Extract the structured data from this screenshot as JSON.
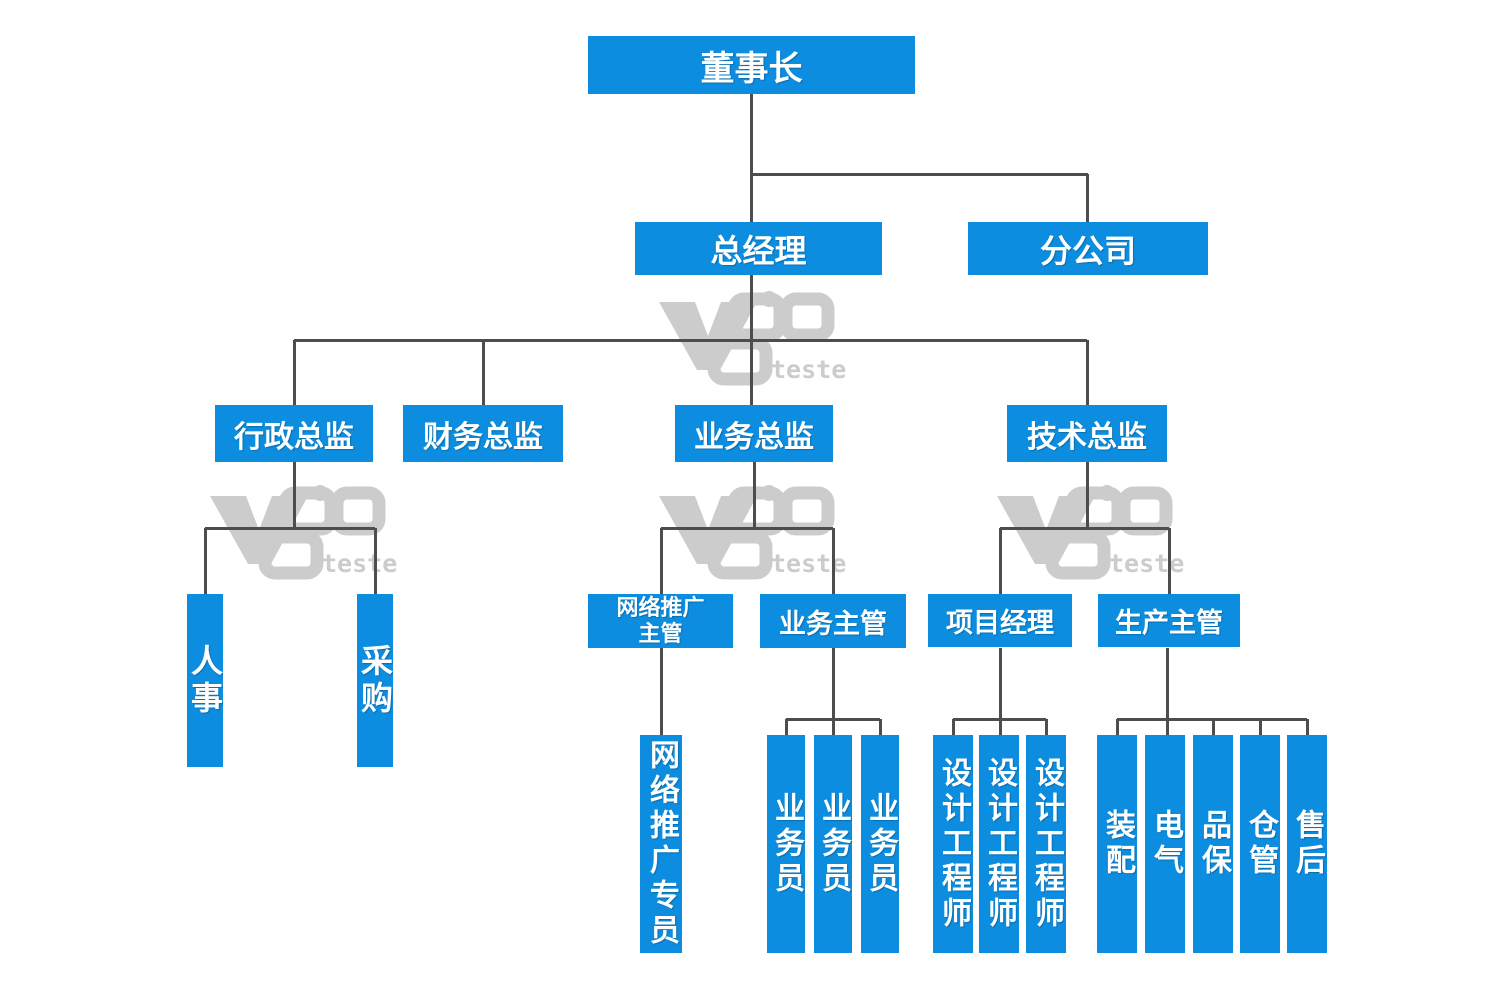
{
  "colors": {
    "node_blue": "#0d8de0",
    "connector_gray": "#4d4d4d",
    "watermark_gray": "#cccccc",
    "node_text": "#ffffff"
  },
  "watermark": {
    "stylized_letters": "V8o",
    "label": "tester"
  },
  "org_chart": {
    "level1": {
      "chairman": "董事长"
    },
    "level2": {
      "general_manager": "总经理",
      "branch_company": "分公司"
    },
    "level3": {
      "admin_director": "行政总监",
      "finance_director": "财务总监",
      "business_director": "业务总监",
      "tech_director": "技术总监"
    },
    "level4": {
      "hr": "人事",
      "procurement": "采购",
      "promo_supervisor_line1": "网络推广",
      "promo_supervisor_line2": "主管",
      "business_supervisor": "业务主管",
      "project_manager": "项目经理",
      "production_supervisor": "生产主管"
    },
    "level5": {
      "promo_specialist": "网络推广专员",
      "salesman_1": "业务员",
      "salesman_2": "业务员",
      "salesman_3": "业务员",
      "design_engineer_1": "设计工程师",
      "design_engineer_2": "设计工程师",
      "design_engineer_3": "设计工程师",
      "assembly": "装配",
      "electrical": "电气",
      "quality_assurance": "品保",
      "warehouse": "仓管",
      "after_sales": "售后"
    }
  }
}
